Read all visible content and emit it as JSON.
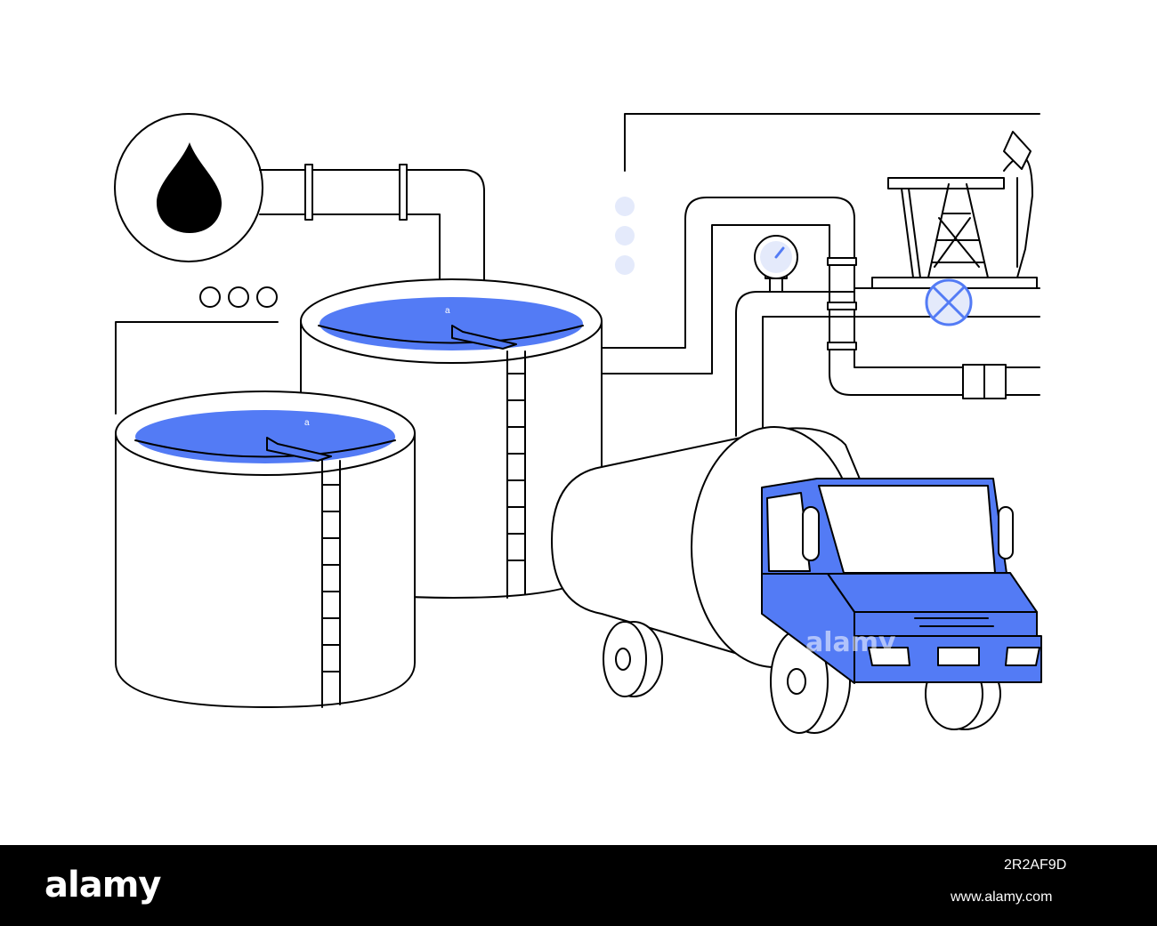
{
  "colors": {
    "accent": "#537bf5",
    "accent_light": "#e4eafb",
    "line": "#000000",
    "background": "#ffffff",
    "footer_background": "#000000"
  },
  "icons": {
    "drop": "oil-drop-icon",
    "gauge": "pressure-gauge-icon",
    "valve": "valve-icon",
    "pumpjack": "pumpjack-icon"
  },
  "watermark": {
    "text": "alamy"
  },
  "footer": {
    "logo": "alamy",
    "image_id": "2R2AF9D",
    "url": "www.alamy.com"
  }
}
